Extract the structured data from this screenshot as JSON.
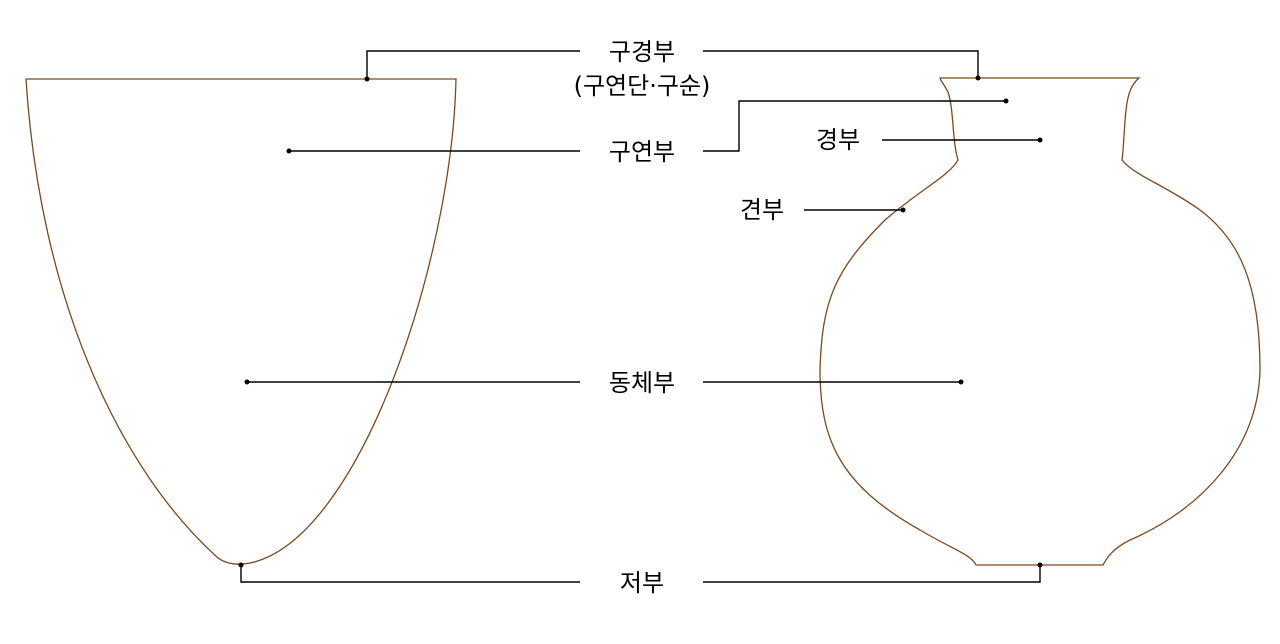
{
  "labels": {
    "rim_neck": "구경부",
    "rim_neck_sub": "(구연단·구순)",
    "rim": "구연부",
    "neck": "경부",
    "shoulder": "견부",
    "body": "동체부",
    "base": "저부"
  },
  "colors": {
    "vessel_outline": "#7a4a1e",
    "leader_line": "#000000"
  }
}
